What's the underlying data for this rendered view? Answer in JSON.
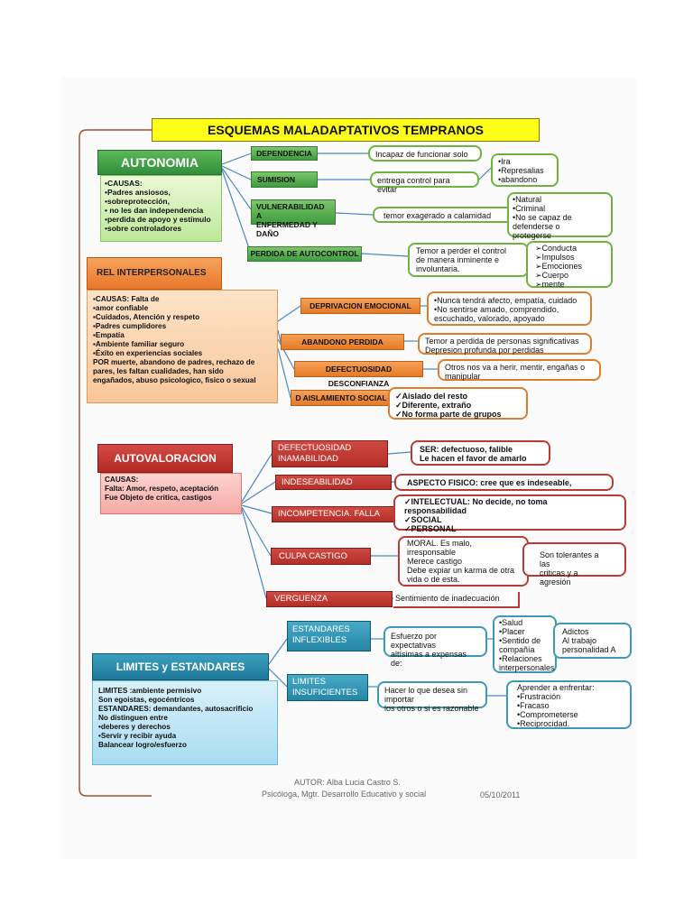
{
  "title": "ESQUEMAS MALADAPTATIVOS TEMPRANOS",
  "colors": {
    "autonomia": "#3f9c3f",
    "rel": "#e8772a",
    "autoval": "#b32a25",
    "limites": "#1f7898",
    "title_bg": "#ffff1a",
    "spine": "#a0522d"
  },
  "autonomia": {
    "header": "AUTONOMIA",
    "causes": "•CAUSAS:\n•Padres ansiosos,\n•sobreprotección,\n• no les dan independencia\n•perdida de apoyo y estímulo\n•sobre controladores",
    "items": [
      {
        "label": "DEPENDENCIA",
        "desc": "Incapaz de funcionar solo"
      },
      {
        "label": "SUMISION",
        "desc": "entrega control para evitar",
        "sub": "•Ira\n•Represalias\n•abandono"
      },
      {
        "label": "VULNERABILIDAD  A\nENFERMEDAD Y DAÑO",
        "desc": "temor exagerado a calamidad",
        "sub": "•Natural\n•Criminal\n•No se capaz de\n defenderse o\n protegerse"
      },
      {
        "label": "PERDIDA DE AUTOCONTROL",
        "desc": "Temor a perder el control\nde manera inminente e\ninvoluntaria.",
        "sub": "➢Conducta\n➢Impulsos\n➢Emociones\n➢Cuerpo\n➢mente"
      }
    ]
  },
  "rel": {
    "header": "REL INTERPERSONALES",
    "causes": "▪CAUSAS:  Falta  de\n▪amor confiable\n▪Cuidados, Atención   y respeto\n▪Padres cumplidores\n▪Empatía\n▪Ambiente familiar seguro\n▪Éxito en experiencias  sociales\nPOR  muerte, abandono de padres, rechazo de\npares, les faltan cualidades, han sido\nengañados, abuso psicologico, fisico o sexual",
    "items": [
      {
        "label": "DEPRIVACION EMOCIONAL",
        "desc": "•Nunca tendrá afecto, empatía, cuidado\n•No sentirse amado, comprendido,\n escuchado, valorado, apoyado"
      },
      {
        "label": "ABANDONO  PERDIDA",
        "desc": "Temor a perdida de personas significativas\nDepresion profunda por perdidas"
      },
      {
        "label": "DEFECTUOSIDAD DESCONFIANZA",
        "desc": "Otros nos va a herir, mentir, engañas o\nmanipular"
      },
      {
        "label": "D AISLAMIENTO SOCIAL",
        "desc": "✓Aislado del resto\n✓Diferente, extraño\n✓No forma parte de grupos"
      }
    ]
  },
  "autoval": {
    "header": "AUTOVALORACION",
    "causes": "CAUSAS:\nFalta:  Amor, respeto, aceptación\nFue Objeto de critica, castigos",
    "items": [
      {
        "label": "DEFECTUOSIDAD\nINAMABILIDAD",
        "desc": "SER: defectuoso, falible\nLe hacen el favor de amarlo"
      },
      {
        "label": "INDESEABILIDAD",
        "desc": "ASPECTO FISICO: cree que es indeseable,"
      },
      {
        "label": "INCOMPETENCIA. FALLA",
        "desc": "✓INTELECTUAL:  No decide, no toma\nresponsabilidad\n✓SOCIAL\n✓PERSONAL"
      },
      {
        "label": "CULPA CASTIGO",
        "desc": "MORAL. Es malo,\nirresponsable\nMerece castigo\nDebe expiar un karma de otra\nvida o de esta.",
        "sub": "Son tolerantes a las\ncriticas y a agresión"
      },
      {
        "label": "VERGUENZA",
        "desc": "Sentimiento de inadecuación"
      }
    ]
  },
  "limites": {
    "header": "LIMITES  y   ESTANDARES",
    "causes": "LIMITES :ambiente permisivo\nSon egoistas, egocéntricos\nESTANDARES:  demandantes, autosacrificio\nNo distinguen entre\n•deberes y derechos\n•Servir y recibir ayuda\nBalancear  logro/esfuerzo",
    "items": [
      {
        "label": "ESTANDARES\nINFLEXIBLES",
        "desc": "Esfuerzo por expectativas\naltísimas a expensas de:",
        "sub": "•Salud\n•Placer\n•Sentido de\n compañía\n•Relaciones\n interpersonales",
        "sub2": "Adictos\nAl trabajo\npersonalidad  A"
      },
      {
        "label": "LIMITES\nINSUFICIENTES",
        "desc": "Hacer lo que desea sin importar\nlos otros o si es razonable",
        "sub": "Aprender a enfrentar:\n•Frustración\n•Fracaso\n•Comprometerse\n•Reciprocidad."
      }
    ]
  },
  "footer": {
    "author": "AUTOR: Alba Lucia Castro S.",
    "role": "Psicóloga,  Mgtr. Desarrollo Educativo y social",
    "date": "05/10/2011"
  }
}
